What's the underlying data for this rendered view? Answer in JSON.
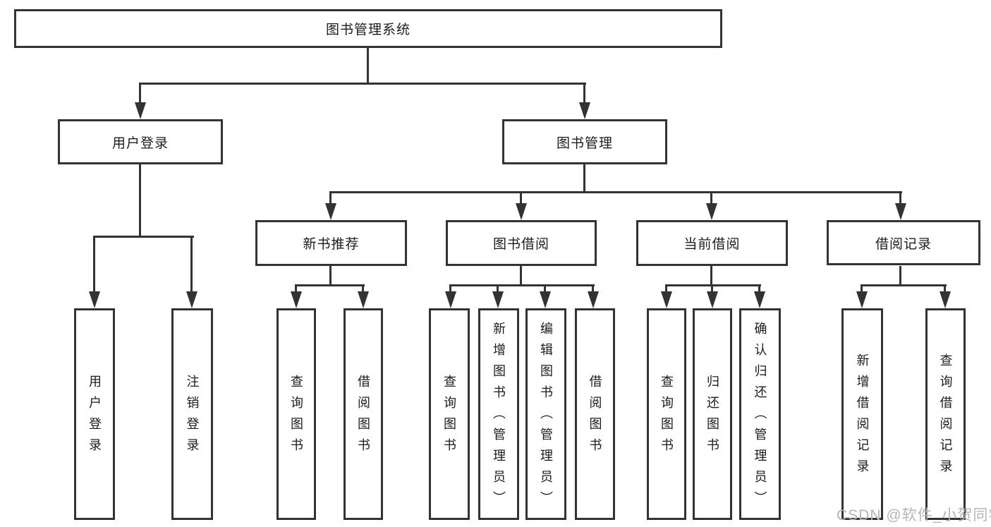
{
  "colors": {
    "line": "#333333",
    "text": "#1c1c1c",
    "watermark": "#b5b5b8",
    "background": "#ffffff"
  },
  "diagram": {
    "root": {
      "label": "图书管理系统"
    },
    "branches": [
      {
        "label": "用户登录",
        "children": [
          "用户登录",
          "注销登录"
        ]
      },
      {
        "label": "图书管理",
        "children": [
          {
            "label": "新书推荐",
            "children": [
              "查询图书",
              "借阅图书"
            ]
          },
          {
            "label": "图书借阅",
            "children": [
              "查询图书",
              "新增图书（管理员）",
              "编辑图书（管理员）",
              "借阅图书"
            ]
          },
          {
            "label": "当前借阅",
            "children": [
              "查询图书",
              "归还图书",
              "确认归还（管理员）"
            ]
          },
          {
            "label": "借阅记录",
            "children": [
              "新增借阅记录",
              "查询借阅记录"
            ]
          }
        ]
      }
    ]
  },
  "watermark": {
    "text": "CSDN @软件_小贺同学"
  }
}
